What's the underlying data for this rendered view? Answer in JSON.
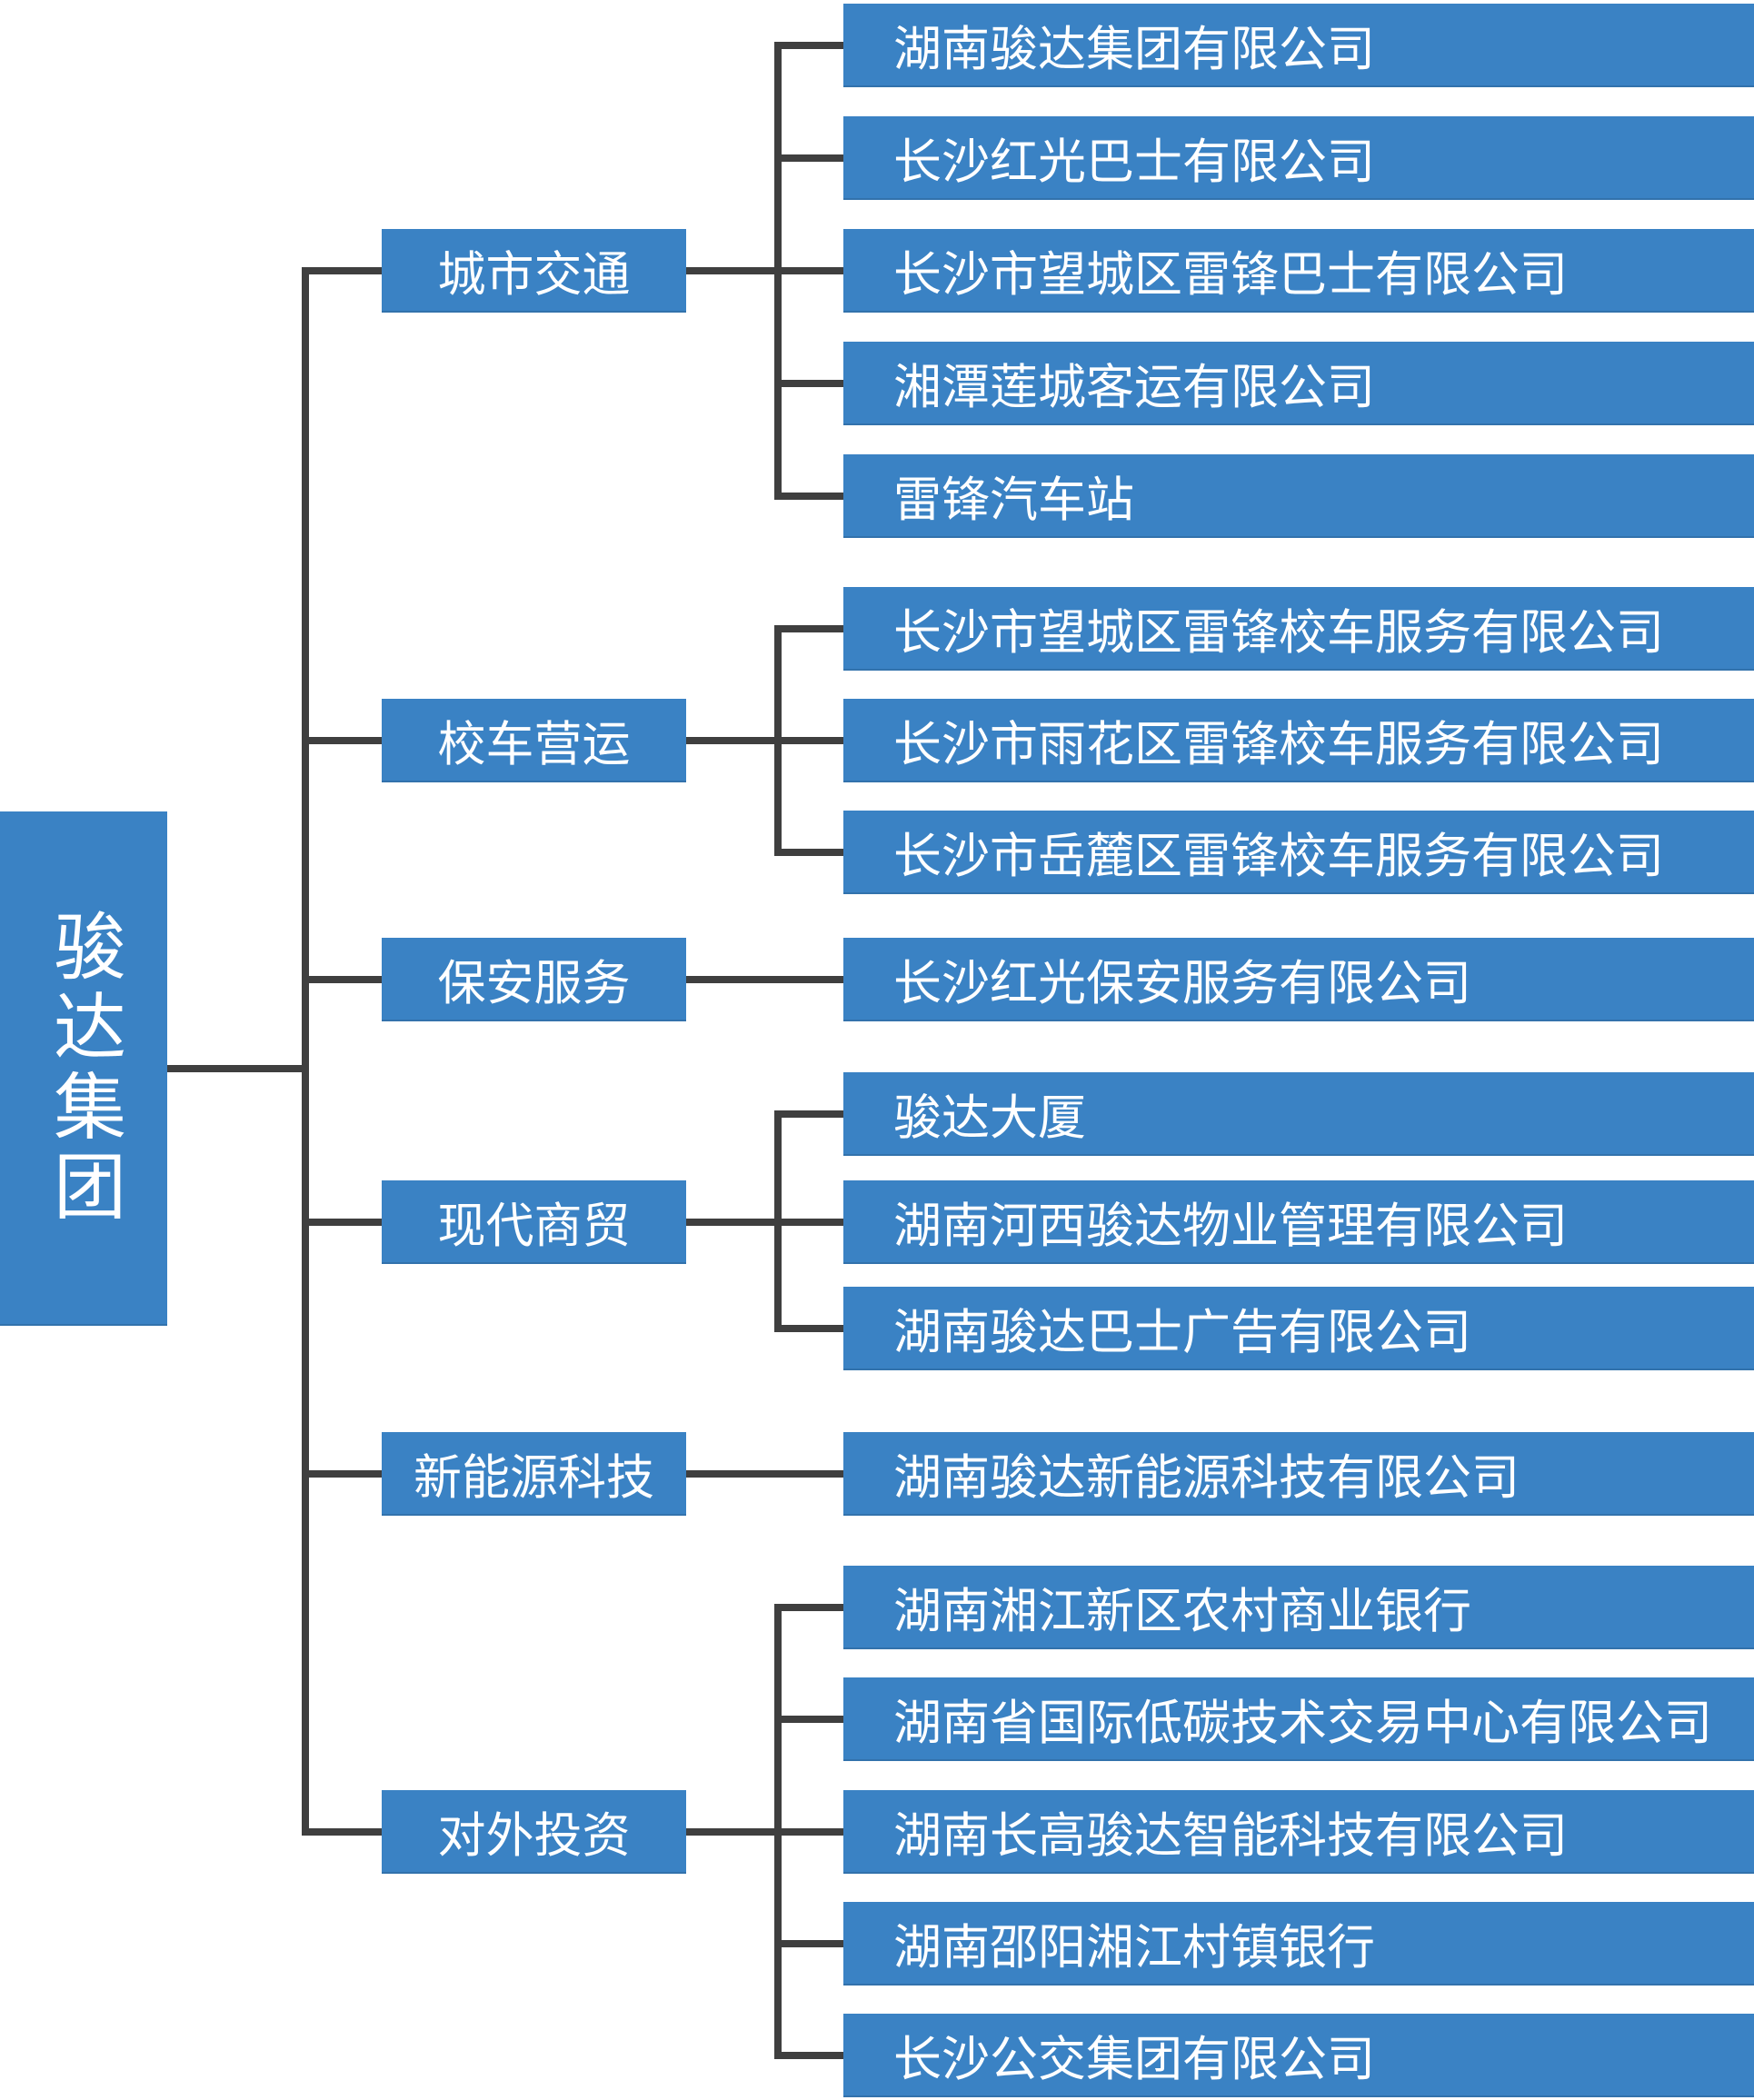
{
  "root": {
    "label": "骏达集团"
  },
  "branches": [
    {
      "label": "城市交通",
      "children": [
        "湖南骏达集团有限公司",
        "长沙红光巴士有限公司",
        "长沙市望城区雷锋巴士有限公司",
        "湘潭莲城客运有限公司",
        "雷锋汽车站"
      ]
    },
    {
      "label": "校车营运",
      "children": [
        "长沙市望城区雷锋校车服务有限公司",
        "长沙市雨花区雷锋校车服务有限公司",
        "长沙市岳麓区雷锋校车服务有限公司"
      ]
    },
    {
      "label": "保安服务",
      "children": [
        "长沙红光保安服务有限公司"
      ]
    },
    {
      "label": "现代商贸",
      "children": [
        "骏达大厦",
        "湖南河西骏达物业管理有限公司",
        "湖南骏达巴士广告有限公司"
      ]
    },
    {
      "label": "新能源科技",
      "children": [
        "湖南骏达新能源科技有限公司"
      ]
    },
    {
      "label": "对外投资",
      "children": [
        "湖南湘江新区农村商业银行",
        "湖南省国际低碳技术交易中心有限公司",
        "湖南长高骏达智能科技有限公司",
        "湖南邵阳湘江村镇银行",
        "长沙公交集团有限公司"
      ]
    }
  ],
  "colors": {
    "node_fill": "#3a82c4",
    "connector": "#3f3f3f",
    "text": "#ffffff"
  }
}
